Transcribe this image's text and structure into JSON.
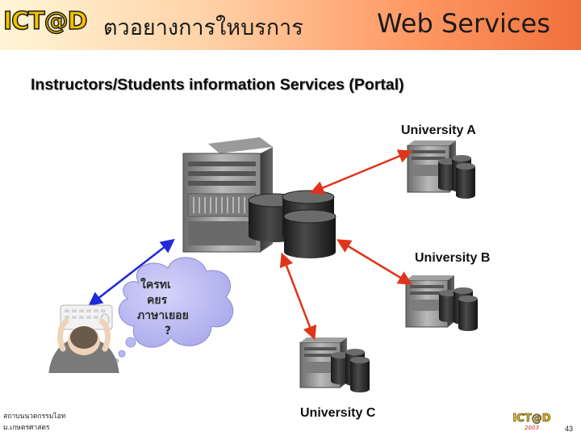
{
  "header": {
    "logo_text": "ICT@D",
    "thai_title": "ตวอยางการใหบรการ",
    "title": "Web Services"
  },
  "subtitle": "Instructors/Students information Services (Portal)",
  "labels": {
    "university_a": "University A",
    "university_b": "University B",
    "university_c": "University C"
  },
  "thought_bubble": {
    "line1": "ใครทเ",
    "line2": "คยร",
    "line3": "ภาษาเยอย",
    "line4": "?"
  },
  "footer": {
    "line1": "สถาบนนวตกรรมไอท",
    "line2": "ม.เกษตรศาสตร",
    "logo_text": "ICT@D",
    "logo_year": "2003",
    "page_number": "43"
  },
  "colors": {
    "arrow_red": "#e0341a",
    "arrow_blue": "#1f2ad8",
    "bubble_fill": "#b9b9f2",
    "header_accent": "#f0703a"
  }
}
